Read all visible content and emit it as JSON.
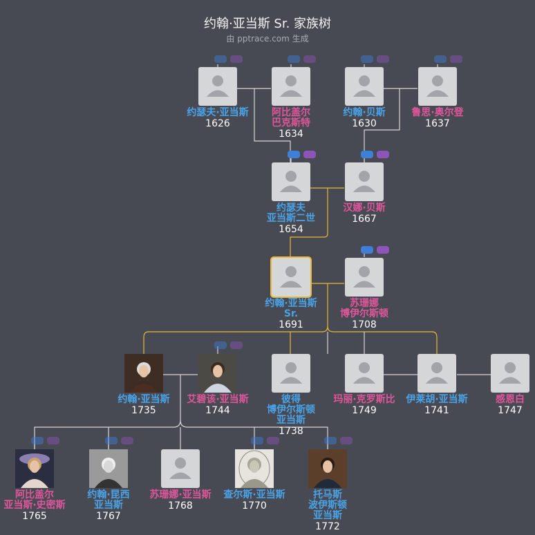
{
  "header": {
    "title": "约翰·亚当斯 Sr. 家族树",
    "subtitle": "由 pptrace.com 生成"
  },
  "people": [
    {
      "id": "p1",
      "lines": [
        "约瑟夫·亚当斯"
      ],
      "year": "1626",
      "gender": "m"
    },
    {
      "id": "p2",
      "lines": [
        "阿比盖尔",
        "巴克斯特"
      ],
      "year": "1634",
      "gender": "f"
    },
    {
      "id": "p3",
      "lines": [
        "约翰·贝斯"
      ],
      "year": "1630",
      "gender": "m"
    },
    {
      "id": "p4",
      "lines": [
        "鲁思·奥尔登"
      ],
      "year": "1637",
      "gender": "f"
    },
    {
      "id": "p5",
      "lines": [
        "约瑟夫",
        "亚当斯二世"
      ],
      "year": "1654",
      "gender": "m"
    },
    {
      "id": "p6",
      "lines": [
        "汉娜·贝斯"
      ],
      "year": "1667",
      "gender": "f"
    },
    {
      "id": "p7",
      "lines": [
        "约翰·亚当斯",
        "Sr."
      ],
      "year": "1691",
      "gender": "m",
      "focus": true
    },
    {
      "id": "p8",
      "lines": [
        "苏珊娜",
        "博伊尔斯顿"
      ],
      "year": "1708",
      "gender": "f"
    },
    {
      "id": "p9",
      "lines": [
        "约翰·亚当斯"
      ],
      "year": "1735",
      "gender": "m",
      "photo": "portrait-man-wig"
    },
    {
      "id": "p10",
      "lines": [
        "艾碧该·亚当斯"
      ],
      "year": "1744",
      "gender": "f",
      "photo": "portrait-woman"
    },
    {
      "id": "p11",
      "lines": [
        "彼得",
        "博伊尔斯顿",
        "亚当斯"
      ],
      "year": "1738",
      "gender": "m"
    },
    {
      "id": "p12",
      "lines": [
        "玛丽·克罗斯比"
      ],
      "year": "1749",
      "gender": "f"
    },
    {
      "id": "p13",
      "lines": [
        "伊莱胡·亚当斯"
      ],
      "year": "1741",
      "gender": "m"
    },
    {
      "id": "p14",
      "lines": [
        "感恩白"
      ],
      "year": "1747",
      "gender": "f"
    },
    {
      "id": "p15",
      "lines": [
        "阿比盖尔",
        "亚当斯·史密斯"
      ],
      "year": "1765",
      "gender": "f",
      "photo": "portrait-woman-hat"
    },
    {
      "id": "p16",
      "lines": [
        "约翰·昆西",
        "亚当斯"
      ],
      "year": "1767",
      "gender": "m",
      "photo": "portrait-man-bw"
    },
    {
      "id": "p17",
      "lines": [
        "苏珊娜·亚当斯"
      ],
      "year": "1768",
      "gender": "f"
    },
    {
      "id": "p18",
      "lines": [
        "查尔斯·亚当斯"
      ],
      "year": "1770",
      "gender": "m",
      "photo": "portrait-man-sketch"
    },
    {
      "id": "p19",
      "lines": [
        "托马斯",
        "波伊斯顿",
        "亚当斯"
      ],
      "year": "1772",
      "gender": "m",
      "photo": "portrait-man-color"
    }
  ],
  "colors": {
    "background": "#474a52",
    "male": "#4aa3e8",
    "female": "#e0569b",
    "line": "#d8d8d8",
    "focus_line": "#e8b73a",
    "badge_blue": "#3f7fd6",
    "badge_purple": "#8e55b8"
  }
}
